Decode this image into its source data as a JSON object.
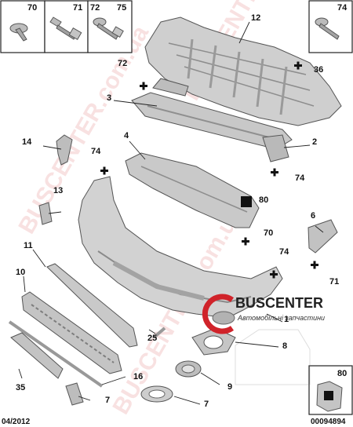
{
  "header_boxes": [
    {
      "label": "70"
    },
    {
      "label": "71"
    },
    {
      "label": "72"
    },
    {
      "label": "75"
    }
  ],
  "corner_box_top_right": {
    "label": "74"
  },
  "corner_box_bottom_right": {
    "label": "80"
  },
  "callouts": [
    "1",
    "2",
    "3",
    "4",
    "6",
    "7",
    "8",
    "9",
    "10",
    "11",
    "12",
    "13",
    "14",
    "16",
    "25",
    "35",
    "36",
    "70",
    "71",
    "72",
    "74",
    "74",
    "74",
    "74",
    "80"
  ],
  "brand": {
    "name": "BUSCENTER",
    "tagline": "Автомобільні запчастини"
  },
  "watermark": {
    "text": "BUSCENTER.com.ua"
  },
  "footer": {
    "date": "04/2012",
    "ref": "00094894"
  },
  "colors": {
    "part_fill": "#cfcfcf",
    "part_dark": "#9a9a9a",
    "brand_red": "#d0232a",
    "box_border": "#222222"
  }
}
